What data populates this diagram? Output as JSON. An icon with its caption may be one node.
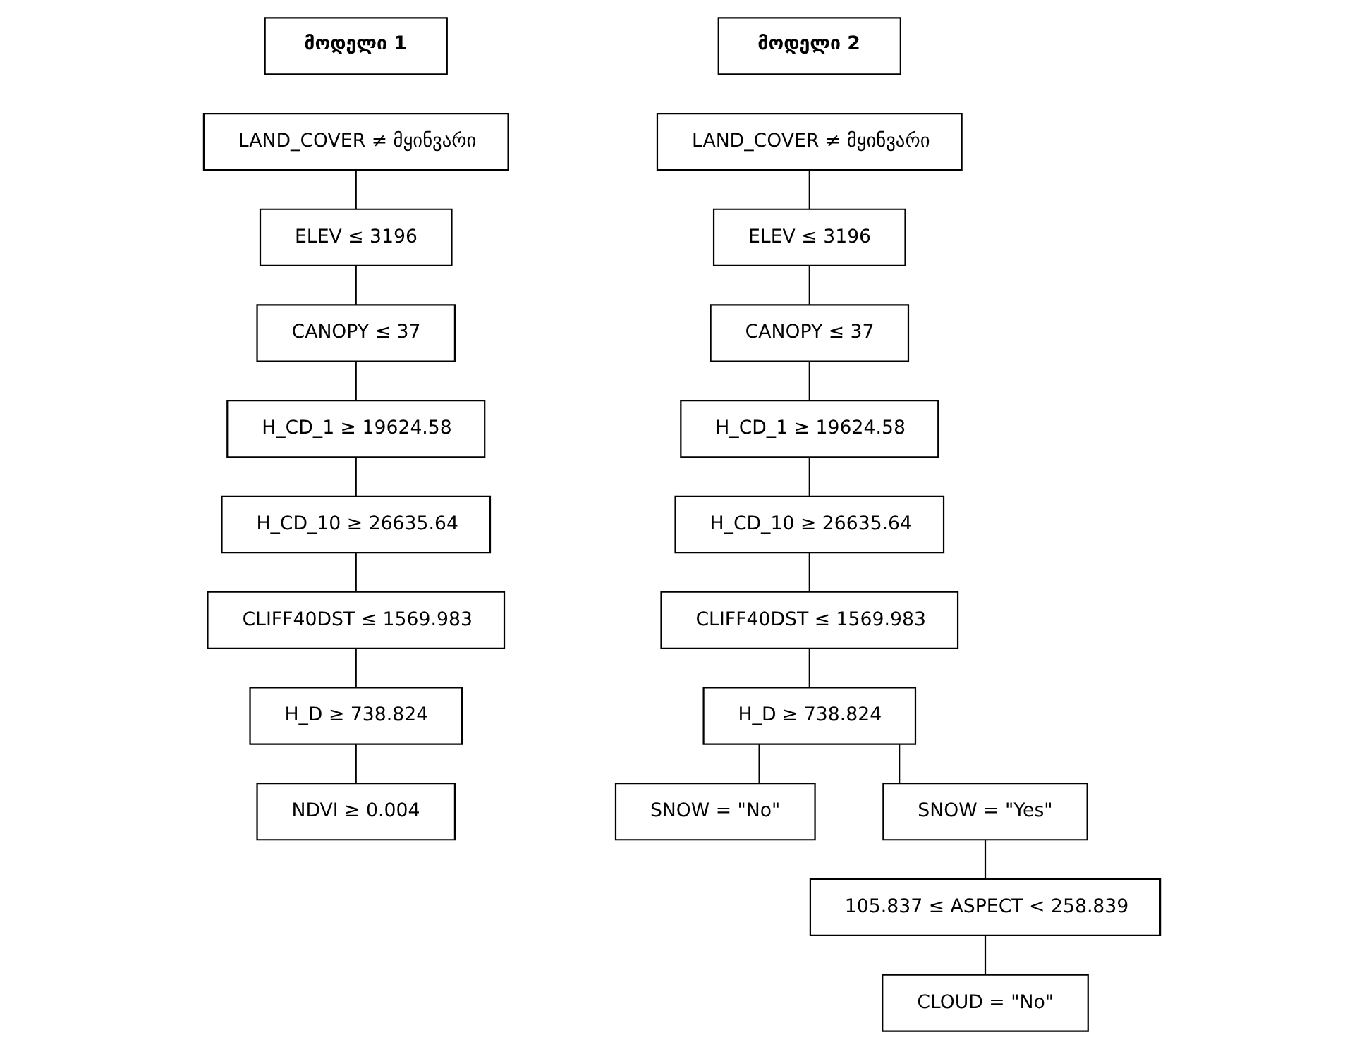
{
  "diagram": {
    "nodes": [
      {
        "text": [
          "მოდელი 1"
        ]
      },
      {
        "text": [
          "LAND_COVER ≠ მყინვარი"
        ]
      },
      {
        "text": [
          "ELEV ≤ 3196"
        ]
      },
      {
        "text": [
          "CANOPY ≤ 37"
        ]
      },
      {
        "text": [
          "H_CD_1 ≥ 19624.58"
        ]
      },
      {
        "text": [
          "H_CD_10 ≥ 26635.64"
        ]
      },
      {
        "text": [
          "CLIFF40DST ≤ 1569.983"
        ]
      },
      {
        "text": [
          "H_D ≥ 738.824"
        ]
      },
      {
        "text": [
          "NDVI ≥ 0.004"
        ]
      },
      {
        "text": [
          "მოდელი 2"
        ]
      },
      {
        "text": [
          "LAND_COVER ≠ მყინვარი"
        ]
      },
      {
        "text": [
          "ELEV ≤ 3196"
        ]
      },
      {
        "text": [
          "CANOPY ≤ 37"
        ]
      },
      {
        "text": [
          "H_CD_1 ≥ 19624.58"
        ]
      },
      {
        "text": [
          "H_CD_10 ≥ 26635.64"
        ]
      },
      {
        "text": [
          "CLIFF40DST ≤ 1569.983"
        ]
      },
      {
        "text": [
          "H_D ≥ 738.824"
        ]
      },
      {
        "text": [
          "SNOW = \"No\""
        ]
      },
      {
        "text": [
          "SNOW = \"Yes\""
        ]
      },
      {
        "text": [
          "105.837 ≤ ASPECT < 258.839"
        ]
      },
      {
        "text": [
          "CLOUD = \"No\""
        ]
      }
    ],
    "edges": [
      {
        "from": 1,
        "to": 2,
        "arrow": "none"
      },
      {
        "from": 2,
        "to": 3,
        "arrow": "none"
      },
      {
        "from": 3,
        "to": 4,
        "arrow": "none"
      },
      {
        "from": 4,
        "to": 5,
        "arrow": "none"
      },
      {
        "from": 5,
        "to": 6,
        "arrow": "none"
      },
      {
        "from": 6,
        "to": 7,
        "arrow": "none"
      },
      {
        "from": 7,
        "to": 8,
        "arrow": "none"
      },
      {
        "from": 10,
        "to": 11,
        "arrow": "none"
      },
      {
        "from": 11,
        "to": 12,
        "arrow": "none"
      },
      {
        "from": 12,
        "to": 13,
        "arrow": "none"
      },
      {
        "from": 13,
        "to": 14,
        "arrow": "none"
      },
      {
        "from": 14,
        "to": 15,
        "arrow": "none"
      },
      {
        "from": 15,
        "to": 16,
        "arrow": "none"
      },
      {
        "from": 16,
        "to": 17,
        "arrow": "none"
      },
      {
        "from": 16,
        "to": 18,
        "arrow": "none"
      },
      {
        "from": 18,
        "to": 19,
        "arrow": "none"
      },
      {
        "from": 19,
        "to": 20,
        "arrow": "none"
      }
    ]
  }
}
